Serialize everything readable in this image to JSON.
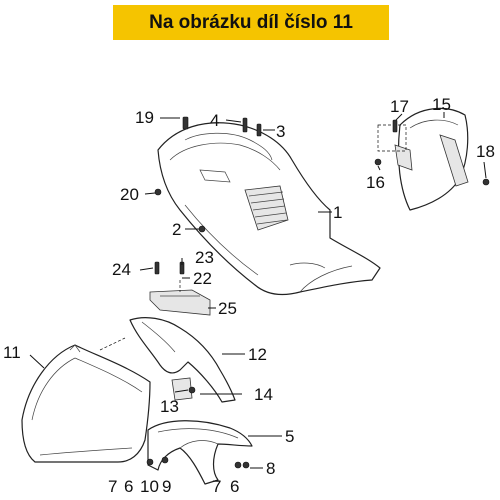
{
  "banner": {
    "text": "Na obrázku díl číslo 11",
    "background": "#f5c400",
    "text_color": "#111111"
  },
  "callouts": [
    {
      "id": "c19",
      "label": "19"
    },
    {
      "id": "c4",
      "label": "4"
    },
    {
      "id": "c3",
      "label": "3"
    },
    {
      "id": "c20",
      "label": "20"
    },
    {
      "id": "c1",
      "label": "1"
    },
    {
      "id": "c2",
      "label": "2"
    },
    {
      "id": "c15",
      "label": "15"
    },
    {
      "id": "c17",
      "label": "17"
    },
    {
      "id": "c18",
      "label": "18"
    },
    {
      "id": "c16",
      "label": "16"
    },
    {
      "id": "c23",
      "label": "23"
    },
    {
      "id": "c24",
      "label": "24"
    },
    {
      "id": "c22",
      "label": "22"
    },
    {
      "id": "c25",
      "label": "25"
    },
    {
      "id": "c11",
      "label": "11"
    },
    {
      "id": "c12",
      "label": "12"
    },
    {
      "id": "c13",
      "label": "13"
    },
    {
      "id": "c14",
      "label": "14"
    },
    {
      "id": "c5",
      "label": "5"
    },
    {
      "id": "c8",
      "label": "8"
    },
    {
      "id": "c7a",
      "label": "7"
    },
    {
      "id": "c6a",
      "label": "6"
    },
    {
      "id": "c10",
      "label": "10"
    },
    {
      "id": "c9",
      "label": "9"
    },
    {
      "id": "c7b",
      "label": "7"
    },
    {
      "id": "c6b",
      "label": "6"
    }
  ]
}
